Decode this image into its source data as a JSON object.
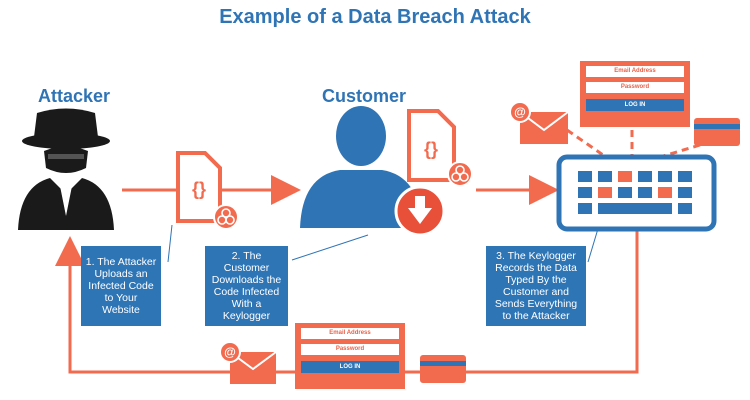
{
  "title": "Example of a Data Breach Attack",
  "roles": {
    "attacker": "Attacker",
    "customer": "Customer"
  },
  "steps": [
    "1. The Attacker Uploads an Infected Code to Your Website",
    "2. The Customer Downloads the Code Infected With a Keylogger",
    "3. The Keylogger Records the Data Typed By the Customer and Sends Everything to the Attacker"
  ],
  "login_form": {
    "email_label": "Email Address",
    "password_label": "Password",
    "login_label": "LOG IN"
  },
  "colors": {
    "accent_orange": "#f26b4f",
    "brand_blue": "#2f74b5"
  },
  "icons": [
    "spy-icon",
    "user-icon",
    "code-file-icon",
    "biohazard-icon",
    "download-icon",
    "email-icon",
    "credit-card-icon",
    "keyboard-icon",
    "login-form-icon"
  ]
}
